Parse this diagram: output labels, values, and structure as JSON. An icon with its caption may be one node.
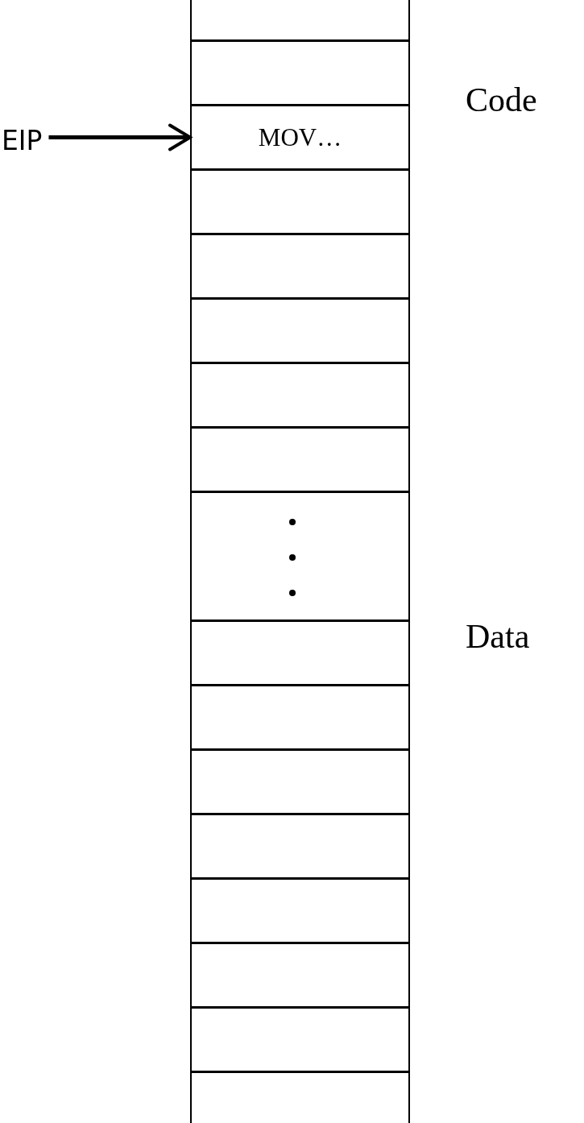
{
  "diagram": {
    "nodes": [
      {
        "text": [],
        "shape": "box"
      },
      {
        "text": [],
        "shape": "box"
      },
      {
        "text": [
          "EIP"
        ]
      },
      {
        "text": [
          "MOV…"
        ]
      },
      {
        "text": [],
        "shape": "box"
      },
      {
        "text": [],
        "shape": "box"
      },
      {
        "text": [],
        "shape": "box"
      },
      {
        "text": [],
        "shape": "box"
      },
      {
        "text": [],
        "shape": "box"
      },
      {
        "text": [],
        "shape": "box"
      },
      {
        "text": [],
        "shape": "box"
      },
      {
        "text": [],
        "shape": "box"
      },
      {
        "text": [],
        "shape": "box"
      },
      {
        "text": [],
        "shape": "box"
      },
      {
        "text": [],
        "shape": "box"
      },
      {
        "text": [],
        "shape": "box"
      },
      {
        "text": [],
        "shape": "box"
      },
      {
        "text": [],
        "shape": "box"
      }
    ],
    "edges": [
      {
        "from": 2,
        "to": 3,
        "arrow": "to"
      }
    ],
    "labels": [
      "Code",
      "Data"
    ]
  }
}
